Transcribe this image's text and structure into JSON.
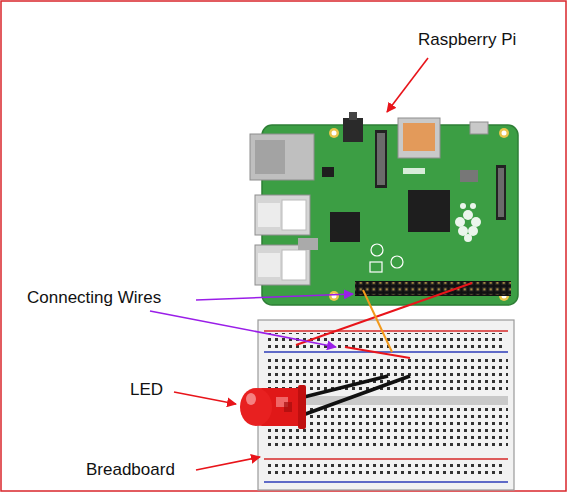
{
  "diagram": {
    "labels": [
      "Raspberry Pi",
      "Connecting Wires",
      "LED",
      "Breadboard"
    ]
  }
}
